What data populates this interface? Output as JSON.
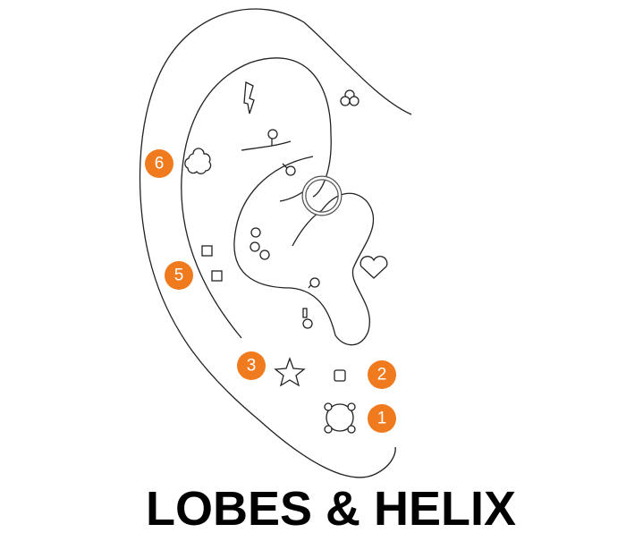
{
  "title": "LOBES & HELIX",
  "accent_color": "#f07b1f",
  "badges": [
    {
      "label": "1"
    },
    {
      "label": "2"
    },
    {
      "label": "3"
    },
    {
      "label": "5"
    },
    {
      "label": "6"
    }
  ]
}
